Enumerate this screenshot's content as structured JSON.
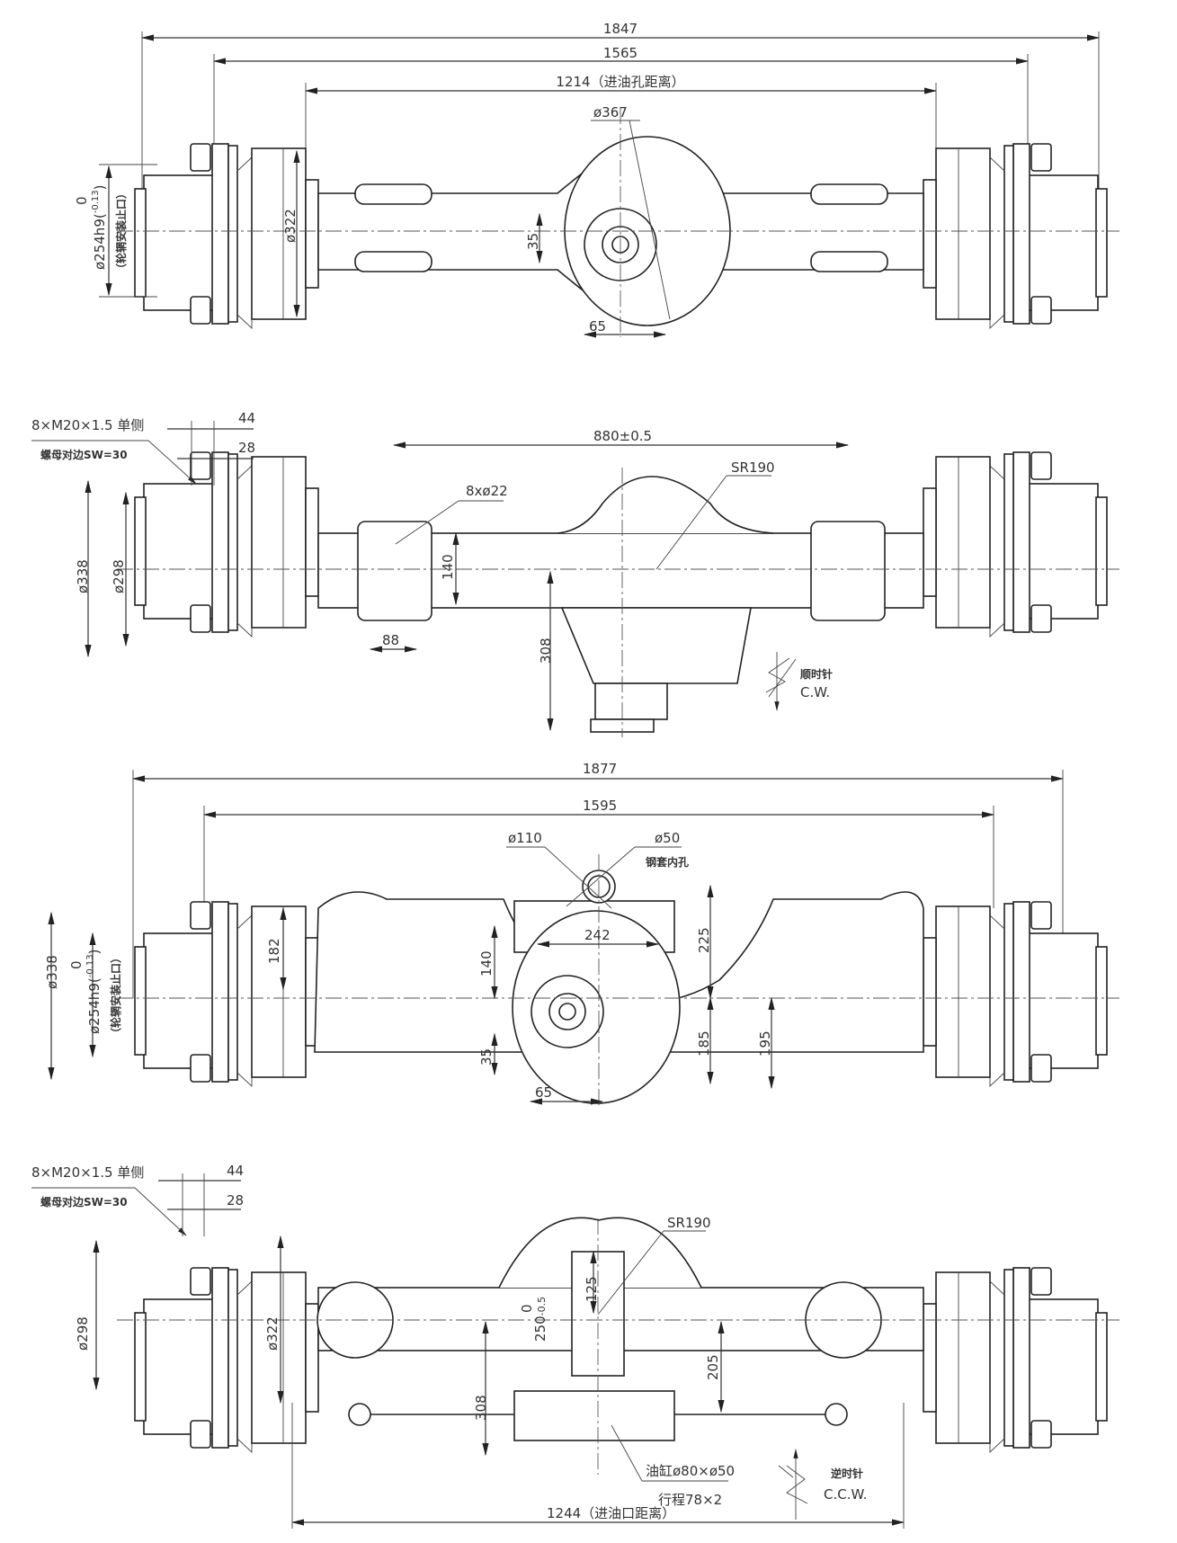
{
  "views": {
    "top_view": {
      "overall_length": "1847",
      "flange_span": "1565",
      "oil_port_distance": "1214（进油孔距离）",
      "housing_diameter": "ø367",
      "hub_fit_diameter": "ø254h9(",
      "hub_fit_tol_upper": "0",
      "hub_fit_tol_lower": "-0.13",
      "hub_fit_close": ")",
      "hub_fit_note": "（轮辋安装止口）",
      "brake_diameter": "ø322",
      "pinion_offset": "35",
      "pinion_horizontal": "65"
    },
    "front_view": {
      "stud_spec": "8×M20×1.5  单侧",
      "nut_across_flats": "螺母对边SW=30",
      "stud_dim_44": "44",
      "stud_dim_28": "28",
      "mount_span": "880±0.5",
      "sphere_radius": "SR190",
      "mount_holes": "8xø22",
      "pad_height": "140",
      "pad_width": "88",
      "flange_dia": "ø338",
      "pilot_dia": "ø298",
      "input_height": "308",
      "rotation_cn": "顺时针",
      "rotation": "C.W."
    },
    "steer_top_view": {
      "overall_length": "1877",
      "flange_span": "1595",
      "pivot_dia": "ø110",
      "bushing_dia": "ø50",
      "bushing_note": "钢套内孔",
      "bolt_span": "242",
      "dim_182": "182",
      "dim_140": "140",
      "dim_225": "225",
      "dim_185": "185",
      "dim_195": "195",
      "pinion_offset": "35",
      "pinion_horizontal": "65",
      "flange_dia": "ø338",
      "hub_fit_diameter": "ø254h9(",
      "hub_fit_tol_upper": "0",
      "hub_fit_tol_lower": "-0.13",
      "hub_fit_close": ")",
      "hub_fit_note": "（轮辋安装止口）"
    },
    "steer_front_view": {
      "stud_spec": "8×M20×1.5  单侧",
      "nut_across_flats": "螺母对边SW=30",
      "stud_dim_44": "44",
      "stud_dim_28": "28",
      "sphere_radius": "SR190",
      "pilot_dia": "ø298",
      "brake_diameter": "ø322",
      "dim_125": "125",
      "mount_width": "250",
      "mount_width_tol_upper": "0",
      "mount_width_tol_lower": "-0.5",
      "dim_308": "308",
      "dim_205": "205",
      "cylinder_spec": "油缸ø80×ø50",
      "cylinder_stroke": "行程78×2",
      "oil_port_distance": "1244（进油口距离）",
      "rotation_cn": "逆时针",
      "rotation": "C.C.W."
    }
  },
  "colors": {
    "line": "#222222",
    "background": "#ffffff"
  }
}
